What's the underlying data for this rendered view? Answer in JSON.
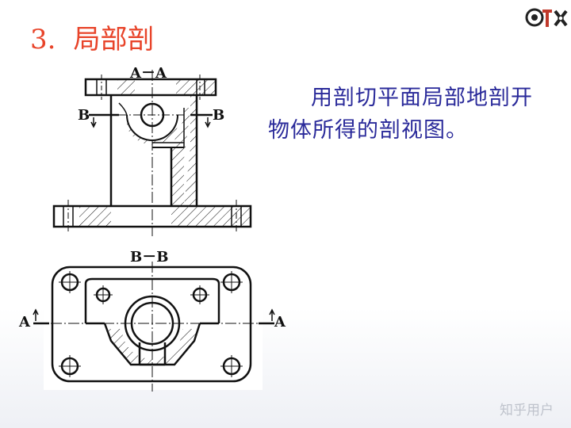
{
  "slide": {
    "number": "3.",
    "title": "局部剖",
    "description": "用剖切平面局部地剖开物体所得的剖视图。"
  },
  "labels": {
    "section_aa": "A－A",
    "section_bb": "B－B",
    "cut_b_left": "B",
    "cut_b_right": "B",
    "cut_a_left": "A",
    "cut_a_right": "A"
  },
  "watermark": "知乎用户",
  "colors": {
    "title": "#e8442a",
    "description": "#2a2a9a",
    "line": "#111111",
    "watermark": "#bfc3cc"
  },
  "icons": [
    "logo-icon",
    "section-arrow-icon"
  ]
}
